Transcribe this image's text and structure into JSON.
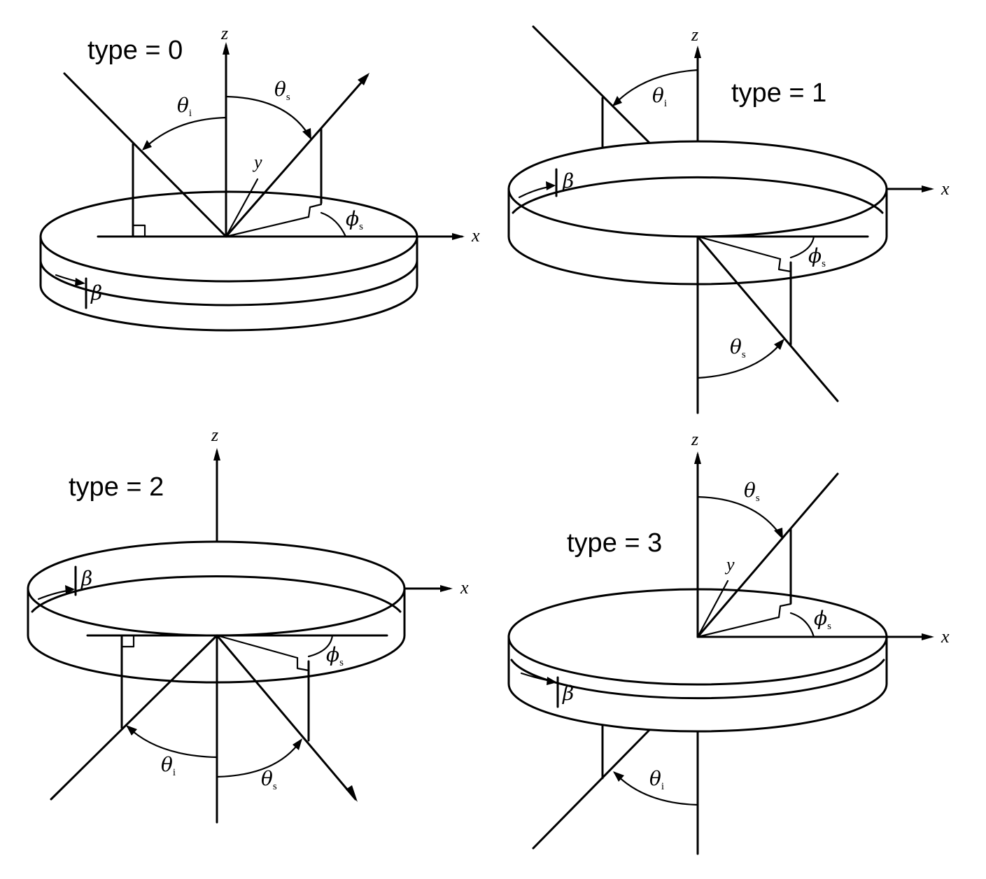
{
  "panels": [
    {
      "type_label": "type = 0"
    },
    {
      "type_label": "type = 1"
    },
    {
      "type_label": "type = 2"
    },
    {
      "type_label": "type = 3"
    }
  ],
  "labels": {
    "x": "x",
    "y": "y",
    "z": "z",
    "theta": "θ",
    "phi": "ϕ",
    "beta": "β",
    "sub_i": "i",
    "sub_s": "s"
  }
}
